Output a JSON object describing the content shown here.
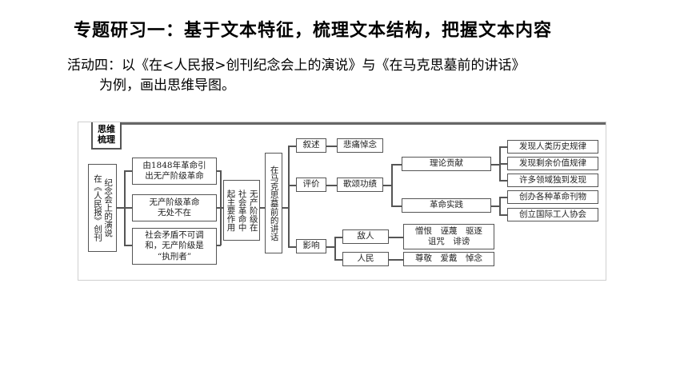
{
  "header": {
    "title": "专题研习一：基于文本特征，梳理文本结构，把握文本内容",
    "activity_line1": "活动四：以《在<人民报>创刊纪念会上的演说》与《在马克思墓前的讲话》",
    "activity_line2": "为例，画出思维导图。"
  },
  "diagram": {
    "tag": "思维\n梳理",
    "left_title_a": "在《人民报》创刊",
    "left_title_b": "纪念会上的演说",
    "left_points": [
      "由1848年革命引\n出无产阶级革命",
      "无产阶级革命\n无处不在",
      "社会矛盾不可调\n和，无产阶级是\n“执刑者”"
    ],
    "role_a": "无产阶级在",
    "role_b": "社会革命中",
    "role_c": "起主要作用",
    "right_title": "在马克思墓前的讲话",
    "branches": [
      "叙述",
      "评价",
      "影响"
    ],
    "narrate": "悲痛悼念",
    "evaluate": "歌颂功绩",
    "contributions": [
      "理论贡献",
      "革命实践"
    ],
    "theory_items": [
      "发现人类历史规律",
      "发现剩余价值规律",
      "许多领域独到发现"
    ],
    "practice_items": [
      "创办各种革命刊物",
      "创立国际工人协会"
    ],
    "influence": [
      "敌人",
      "人民"
    ],
    "enemy_attitude": "憎恨　诬蔑　驱逐\n诅咒　诽谤",
    "people_attitude": "尊敬　爱戴　悼念"
  }
}
